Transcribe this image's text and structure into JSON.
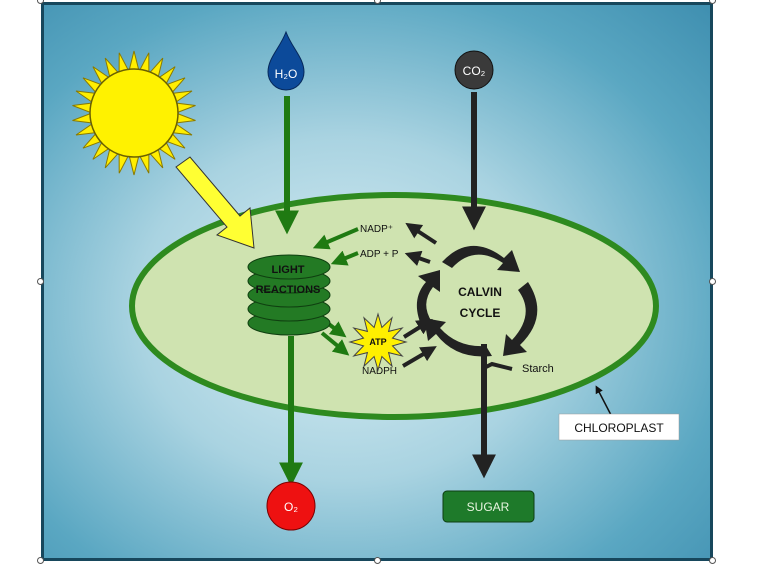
{
  "molecules": {
    "water": "H₂O",
    "carbon_dioxide": "CO₂",
    "oxygen": "O₂",
    "nadp_plus": "NADP⁺",
    "adp_p": "ADP + P",
    "atp": "ATP",
    "nadph": "NADPH",
    "starch": "Starch"
  },
  "labels": {
    "light_reactions_line1": "LIGHT",
    "light_reactions_line2": "REACTIONS",
    "calvin_line1": "CALVIN",
    "calvin_line2": "CYCLE",
    "chloroplast": "CHLOROPLAST",
    "sugar": "SUGAR"
  },
  "colors": {
    "frame_border": "#17475c",
    "stroma": "#cfe3b0",
    "membrane": "#2e8a1f",
    "thylakoid": "#237a24",
    "arrow_green": "#1f7a12",
    "arrow_dark": "#222222",
    "sun": "#ffee00",
    "sun_ray_arrow": "#ffff33",
    "water_drop": "#0c4a9a",
    "co2": "#3a3a3a",
    "oxygen": "#ee1111",
    "sugar_box": "#1e7a2a",
    "atp_star": "#fff000"
  },
  "icons": {
    "sun": "sun-icon",
    "water": "water-drop-icon",
    "cycle": "cycle-arrows-icon"
  }
}
